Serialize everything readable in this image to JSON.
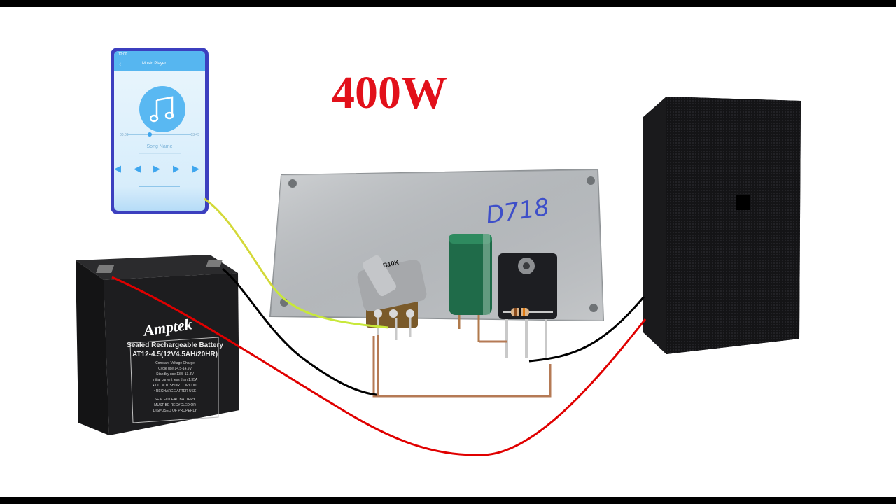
{
  "title": "400W",
  "board": {
    "marking": "D718",
    "potentiometer_label": "B10K"
  },
  "phone": {
    "status_time": "12:00",
    "app_title": "Music Player",
    "time_elapsed": "00:00",
    "time_total": "03:45",
    "song_name": "Song Name",
    "icons": [
      "back-arrow-icon",
      "menu-dots-icon",
      "music-note-icon",
      "rewind-icon",
      "play-icon",
      "fast-forward-icon"
    ]
  },
  "battery": {
    "brand": "Amptek",
    "line1": "Sealed Rechargeable Battery",
    "line2": "AT12-4.5(12V4.5AH/20HR)",
    "line3": "Constant Voltage Charge",
    "line4": "Cycle use  14.5-14.9V",
    "line5": "Standby use  13.5-13.8V",
    "line6": "Initial current less than 1.35A",
    "line7": "• DO NOT SHORT CIRCUIT",
    "line8": "• RECHARGE AFTER USE",
    "line9": "SEALED LEAD BATTERY",
    "line10": "MUST BE RECYCLED OR",
    "line11": "DISPOSED OF PROPERLY"
  },
  "colors": {
    "title": "#e2101a",
    "wire_red": "#e00000",
    "wire_black": "#000000",
    "wire_green": "#c8e83a",
    "marking": "#3e4fc9"
  }
}
